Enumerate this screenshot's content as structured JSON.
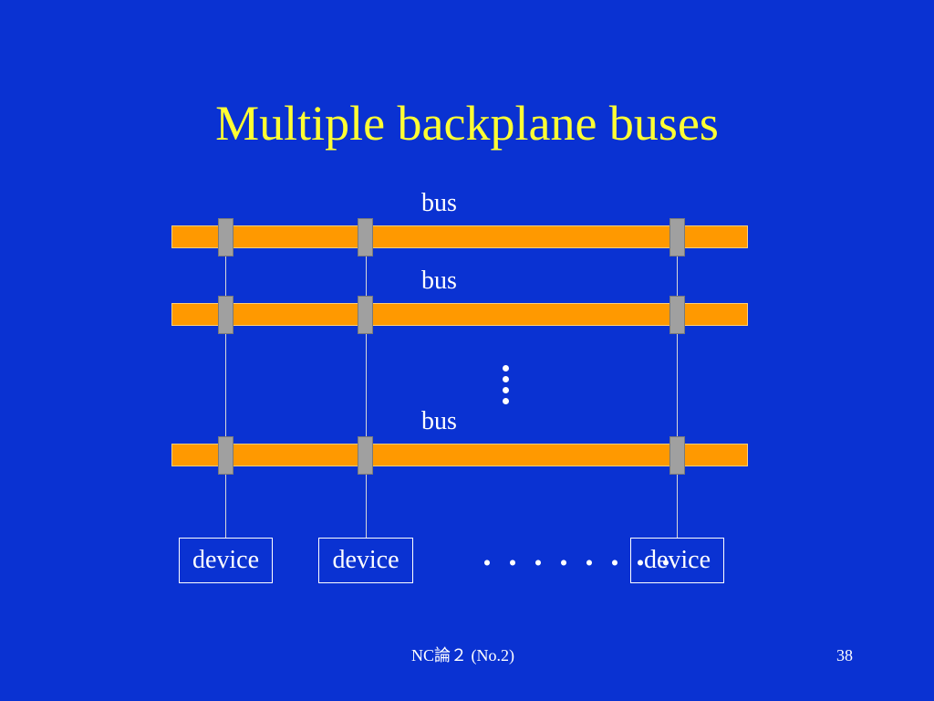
{
  "slide": {
    "title": "Multiple backplane buses",
    "footer_center": "NC論２ (No.2)",
    "page_number": "38"
  },
  "diagram": {
    "buses": [
      {
        "label": "bus"
      },
      {
        "label": "bus"
      },
      {
        "label": "bus"
      }
    ],
    "devices": [
      {
        "label": "device"
      },
      {
        "label": "device"
      },
      {
        "label": "device"
      }
    ],
    "horizontal_ellipsis": "・・・・・・・・",
    "colors": {
      "background": "#0a32d2",
      "title": "#ffff33",
      "bus": "#ff9900",
      "connector": "#a0a0a0",
      "text": "#ffffff"
    }
  }
}
